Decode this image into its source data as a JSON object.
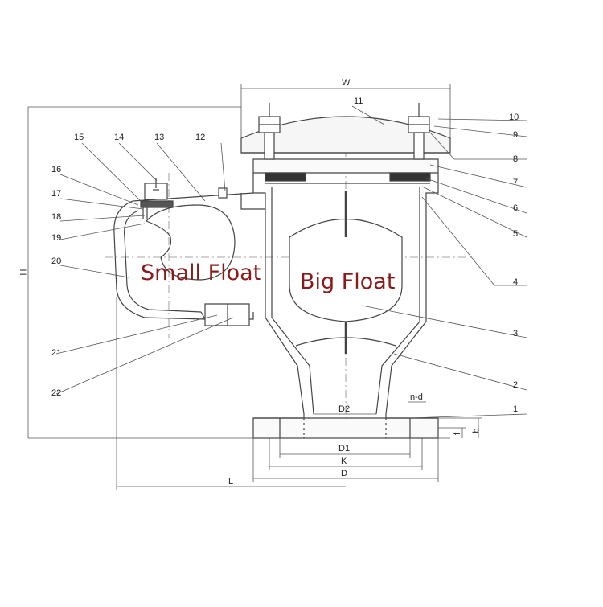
{
  "diagram": {
    "float_labels": {
      "small": "Small Float",
      "big": "Big Float"
    },
    "dimensions": {
      "W": "W",
      "H": "H",
      "L": "L",
      "D": "D",
      "D1": "D1",
      "D2": "D2",
      "K": "K",
      "b": "b",
      "f": "f",
      "n_d": "n-d"
    },
    "part_numbers": [
      "1",
      "2",
      "3",
      "4",
      "5",
      "6",
      "7",
      "8",
      "9",
      "10",
      "11",
      "12",
      "13",
      "14",
      "15",
      "16",
      "17",
      "18",
      "19",
      "20",
      "21",
      "22"
    ],
    "colors": {
      "line": "#444444",
      "label": "#222222",
      "accent": "#8b1a1a"
    }
  }
}
